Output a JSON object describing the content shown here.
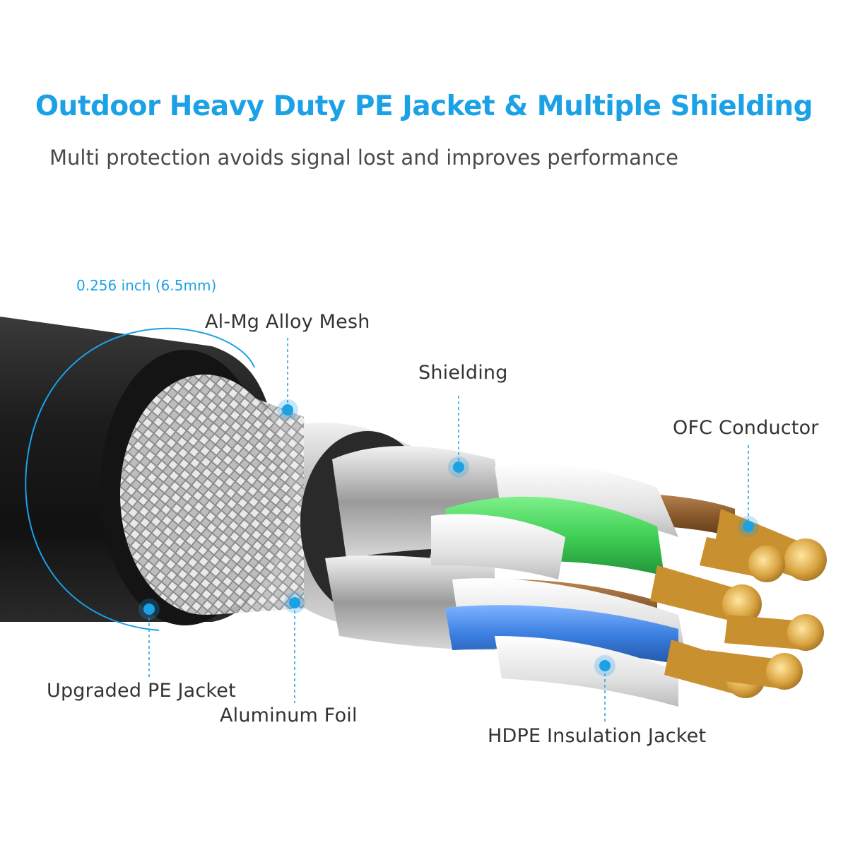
{
  "header": {
    "title": "Outdoor Heavy Duty PE Jacket & Multiple Shielding",
    "subtitle": "Multi protection avoids signal lost and improves performance"
  },
  "diagram": {
    "dimension": "0.256 inch (6.5mm)",
    "labels": {
      "mesh": "Al-Mg Alloy Mesh",
      "shielding": "Shielding",
      "conductor": "OFC Conductor",
      "jacket": "Upgraded PE Jacket",
      "foil": "Aluminum Foil",
      "insulation": "HDPE Insulation Jacket"
    }
  },
  "colors": {
    "accent": "#1ba1e6",
    "text": "#333333",
    "subtext": "#4a4a4a",
    "jacket": "#1f1f1f",
    "wire_green": "#3fcf55",
    "wire_blue": "#3b7fe0",
    "wire_brown": "#8a5a2c",
    "copper": "#d9a441"
  }
}
